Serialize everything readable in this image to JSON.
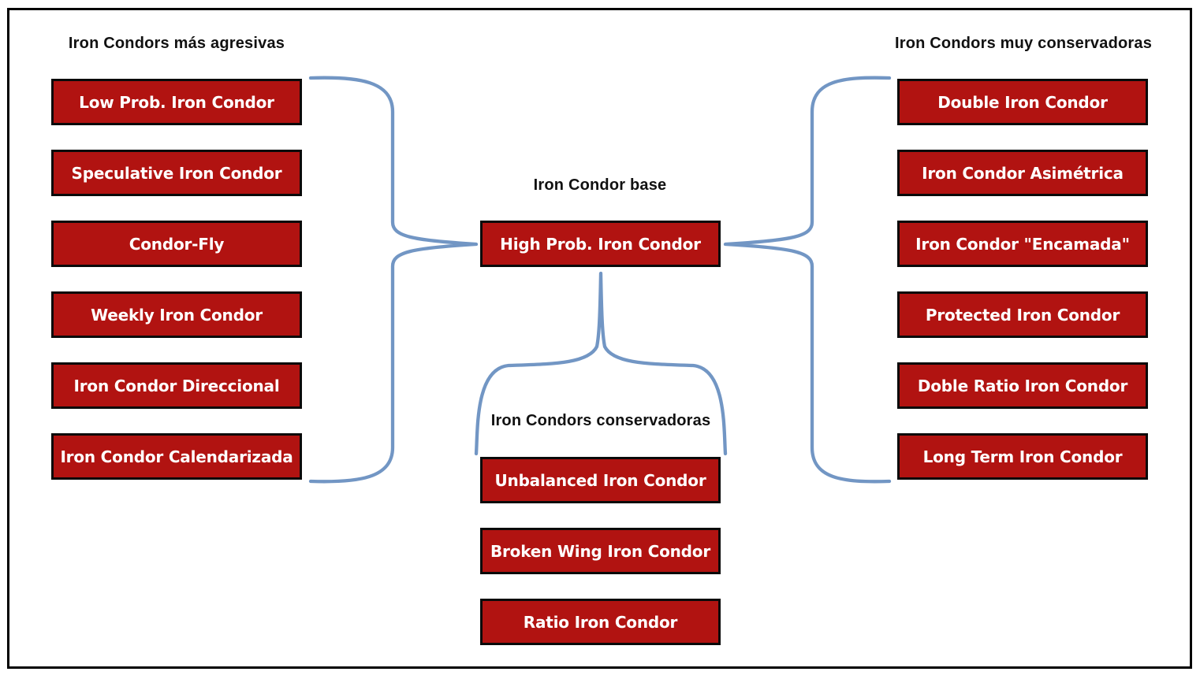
{
  "diagram": {
    "groups": {
      "aggressive": {
        "title": "Iron Condors más agresivas",
        "items": [
          "Low Prob. Iron Condor",
          "Speculative Iron Condor",
          "Condor-Fly",
          "Weekly Iron Condor",
          "Iron Condor Direccional",
          "Iron Condor Calendarizada"
        ]
      },
      "base": {
        "title": "Iron Condor base",
        "items": [
          "High Prob. Iron Condor"
        ]
      },
      "conservative": {
        "title": "Iron Condors conservadoras",
        "items": [
          "Unbalanced Iron Condor",
          "Broken Wing Iron Condor",
          "Ratio Iron Condor"
        ]
      },
      "very_conservative": {
        "title": "Iron Condors muy conservadoras",
        "items": [
          "Double Iron Condor",
          "Iron Condor Asimétrica",
          "Iron Condor \"Encamada\"",
          "Protected Iron Condor",
          "Doble Ratio Iron Condor",
          "Long Term Iron Condor"
        ]
      }
    },
    "colors": {
      "box_fill": "#B11311",
      "box_border": "#0A0A0A",
      "box_text": "#FFFFFF",
      "brace": "#7296C4",
      "heading": "#111111"
    }
  }
}
